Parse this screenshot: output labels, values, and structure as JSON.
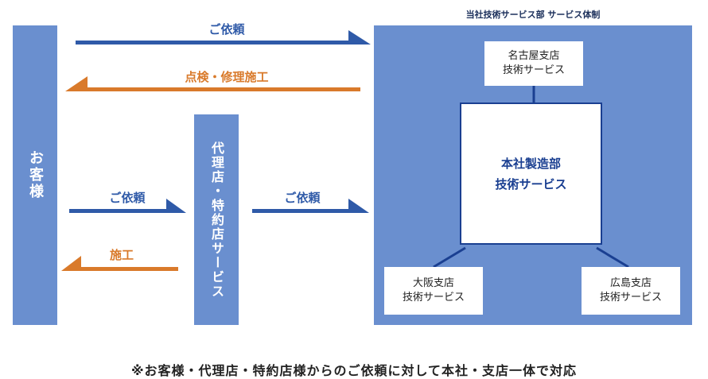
{
  "service_title": "当社技術サービス部 サービス体制",
  "customer_label": "お客様",
  "agency_label": "代理店・特約店サービス",
  "arrows": {
    "top_request": "ご依頼",
    "top_inspection": "点検・修理施工",
    "left_request": "ご依頼",
    "left_construction": "施工",
    "right_request": "ご依頼"
  },
  "branches": {
    "nagoya": {
      "line1": "名古屋支店",
      "line2": "技術サービス"
    },
    "osaka": {
      "line1": "大阪支店",
      "line2": "技術サービス"
    },
    "hiroshima": {
      "line1": "広島支店",
      "line2": "技術サービス"
    }
  },
  "hq": {
    "line1": "本社製造部",
    "line2": "技術サービス"
  },
  "footnote": "※お客様・代理店・特約店様からのご依頼に対して本社・支店一体で対応",
  "colors": {
    "box_blue": "#6a8fcf",
    "arrow_blue": "#2f5aa8",
    "arrow_orange": "#d97a2b",
    "hq_border": "#1a3f91"
  }
}
